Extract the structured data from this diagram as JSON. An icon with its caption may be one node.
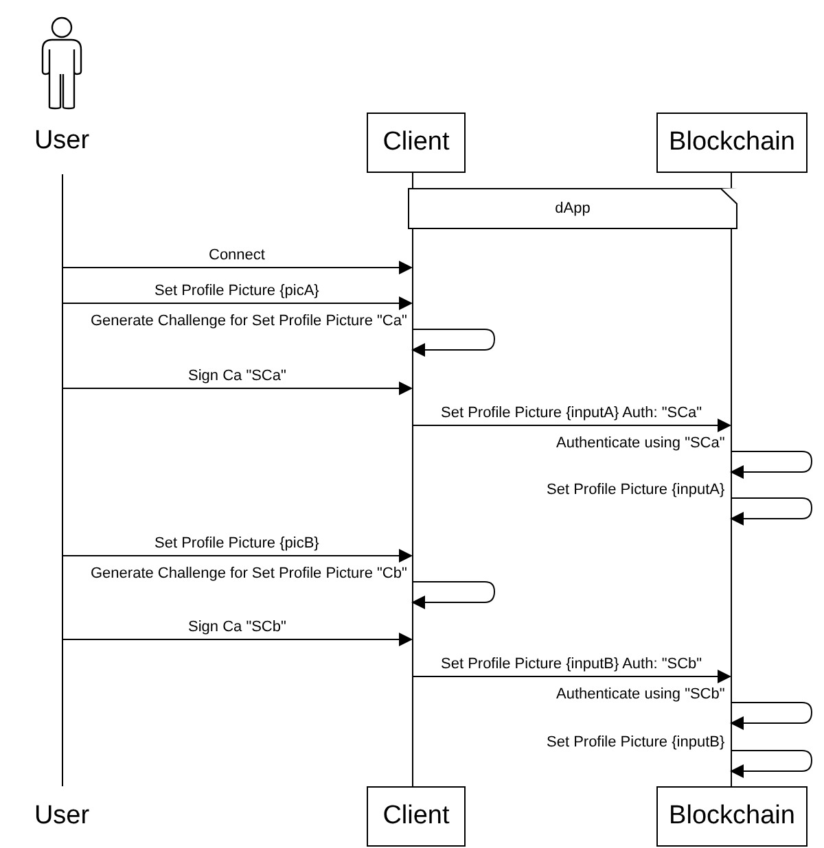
{
  "diagram": {
    "nodes": [
      {
        "text": [
          "User"
        ]
      },
      {
        "text": [
          "Client"
        ]
      },
      {
        "text": [
          "Blockchain"
        ]
      },
      {
        "text": [
          "User"
        ]
      },
      {
        "text": [
          "Client"
        ]
      },
      {
        "text": [
          "Blockchain"
        ]
      },
      {
        "text": [
          "dApp"
        ]
      },
      {
        "text": [],
        "shape": "bar"
      },
      {
        "text": [],
        "shape": "bar"
      },
      {
        "text": [],
        "shape": "bar"
      }
    ],
    "edges": [
      {
        "from": 7,
        "to": 8,
        "arrow": "to",
        "label": "Connect"
      },
      {
        "from": 7,
        "to": 8,
        "arrow": "to",
        "label": "Set Profile Picture {picA}"
      },
      {
        "from": 8,
        "to": 8,
        "arrow": "to",
        "label": "Generate Challenge for Set Profile Picture \"Ca\""
      },
      {
        "from": 7,
        "to": 8,
        "arrow": "to",
        "label": "Sign Ca \"SCa\""
      },
      {
        "from": 8,
        "to": 9,
        "arrow": "to",
        "label": "Set Profile Picture {inputA} Auth: \"SCa\""
      },
      {
        "from": 9,
        "to": 9,
        "arrow": "to",
        "label": "Authenticate using \"SCa\""
      },
      {
        "from": 9,
        "to": 9,
        "arrow": "to",
        "label": "Set Profile Picture {inputA}"
      },
      {
        "from": 7,
        "to": 8,
        "arrow": "to",
        "label": "Set Profile Picture {picB}"
      },
      {
        "from": 8,
        "to": 8,
        "arrow": "to",
        "label": "Generate Challenge for Set Profile Picture \"Cb\""
      },
      {
        "from": 7,
        "to": 8,
        "arrow": "to",
        "label": "Sign Ca \"SCb\""
      },
      {
        "from": 8,
        "to": 9,
        "arrow": "to",
        "label": "Set Profile Picture {inputB} Auth: \"SCb\""
      },
      {
        "from": 9,
        "to": 9,
        "arrow": "to",
        "label": "Authenticate using \"SCb\""
      },
      {
        "from": 9,
        "to": 9,
        "arrow": "to",
        "label": "Set Profile Picture {inputB}"
      }
    ]
  }
}
